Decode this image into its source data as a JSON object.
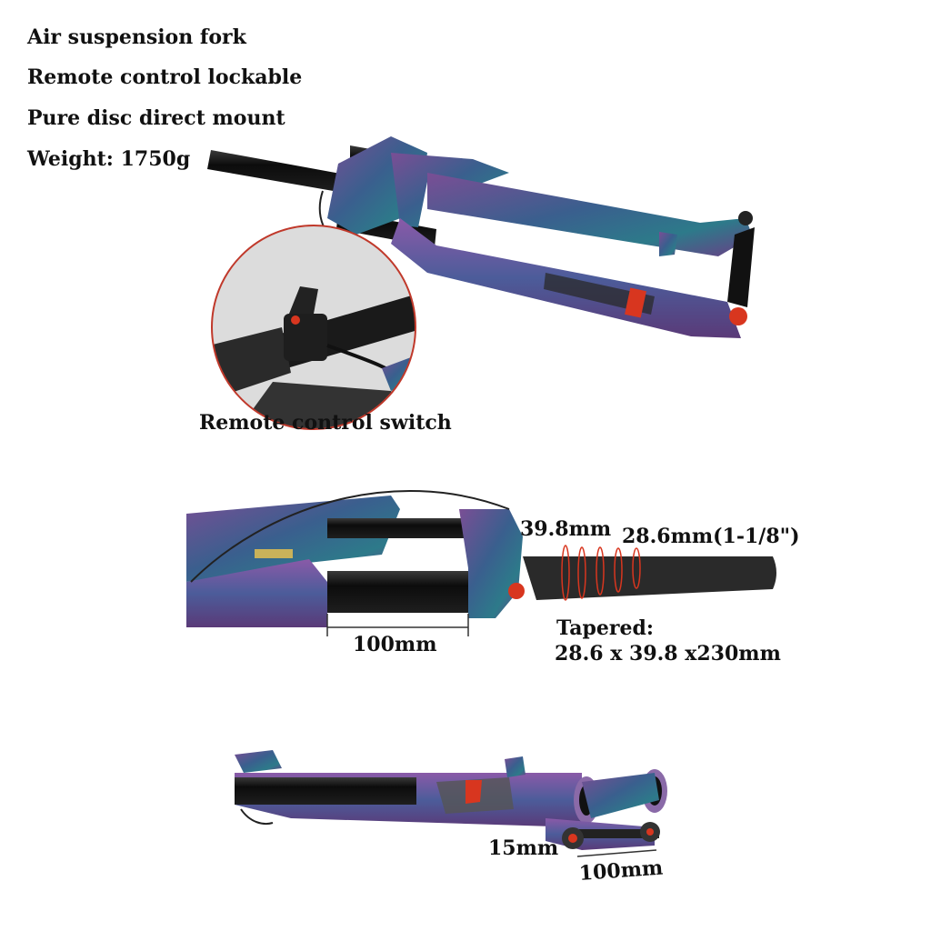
{
  "specs": [
    "Air suspension fork",
    "Remote control lockable",
    "Pure disc direct mount",
    "Weight: 1750g"
  ],
  "remote_caption": "Remote control switch",
  "dims": {
    "crown_diameter": "39.8mm",
    "steerer_diameter": "28.6mm(1-1/8\")",
    "travel": "100mm",
    "tapered_title": "Tapered:",
    "tapered_size": "28.6 x 39.8 x230mm",
    "axle": "15mm",
    "hub_spacing": "100mm"
  },
  "colors": {
    "chameleon_purple": "#6a4a8c",
    "chameleon_teal": "#2f6f86",
    "stanchion_black": "#111111",
    "accent_red": "#d8361f"
  }
}
